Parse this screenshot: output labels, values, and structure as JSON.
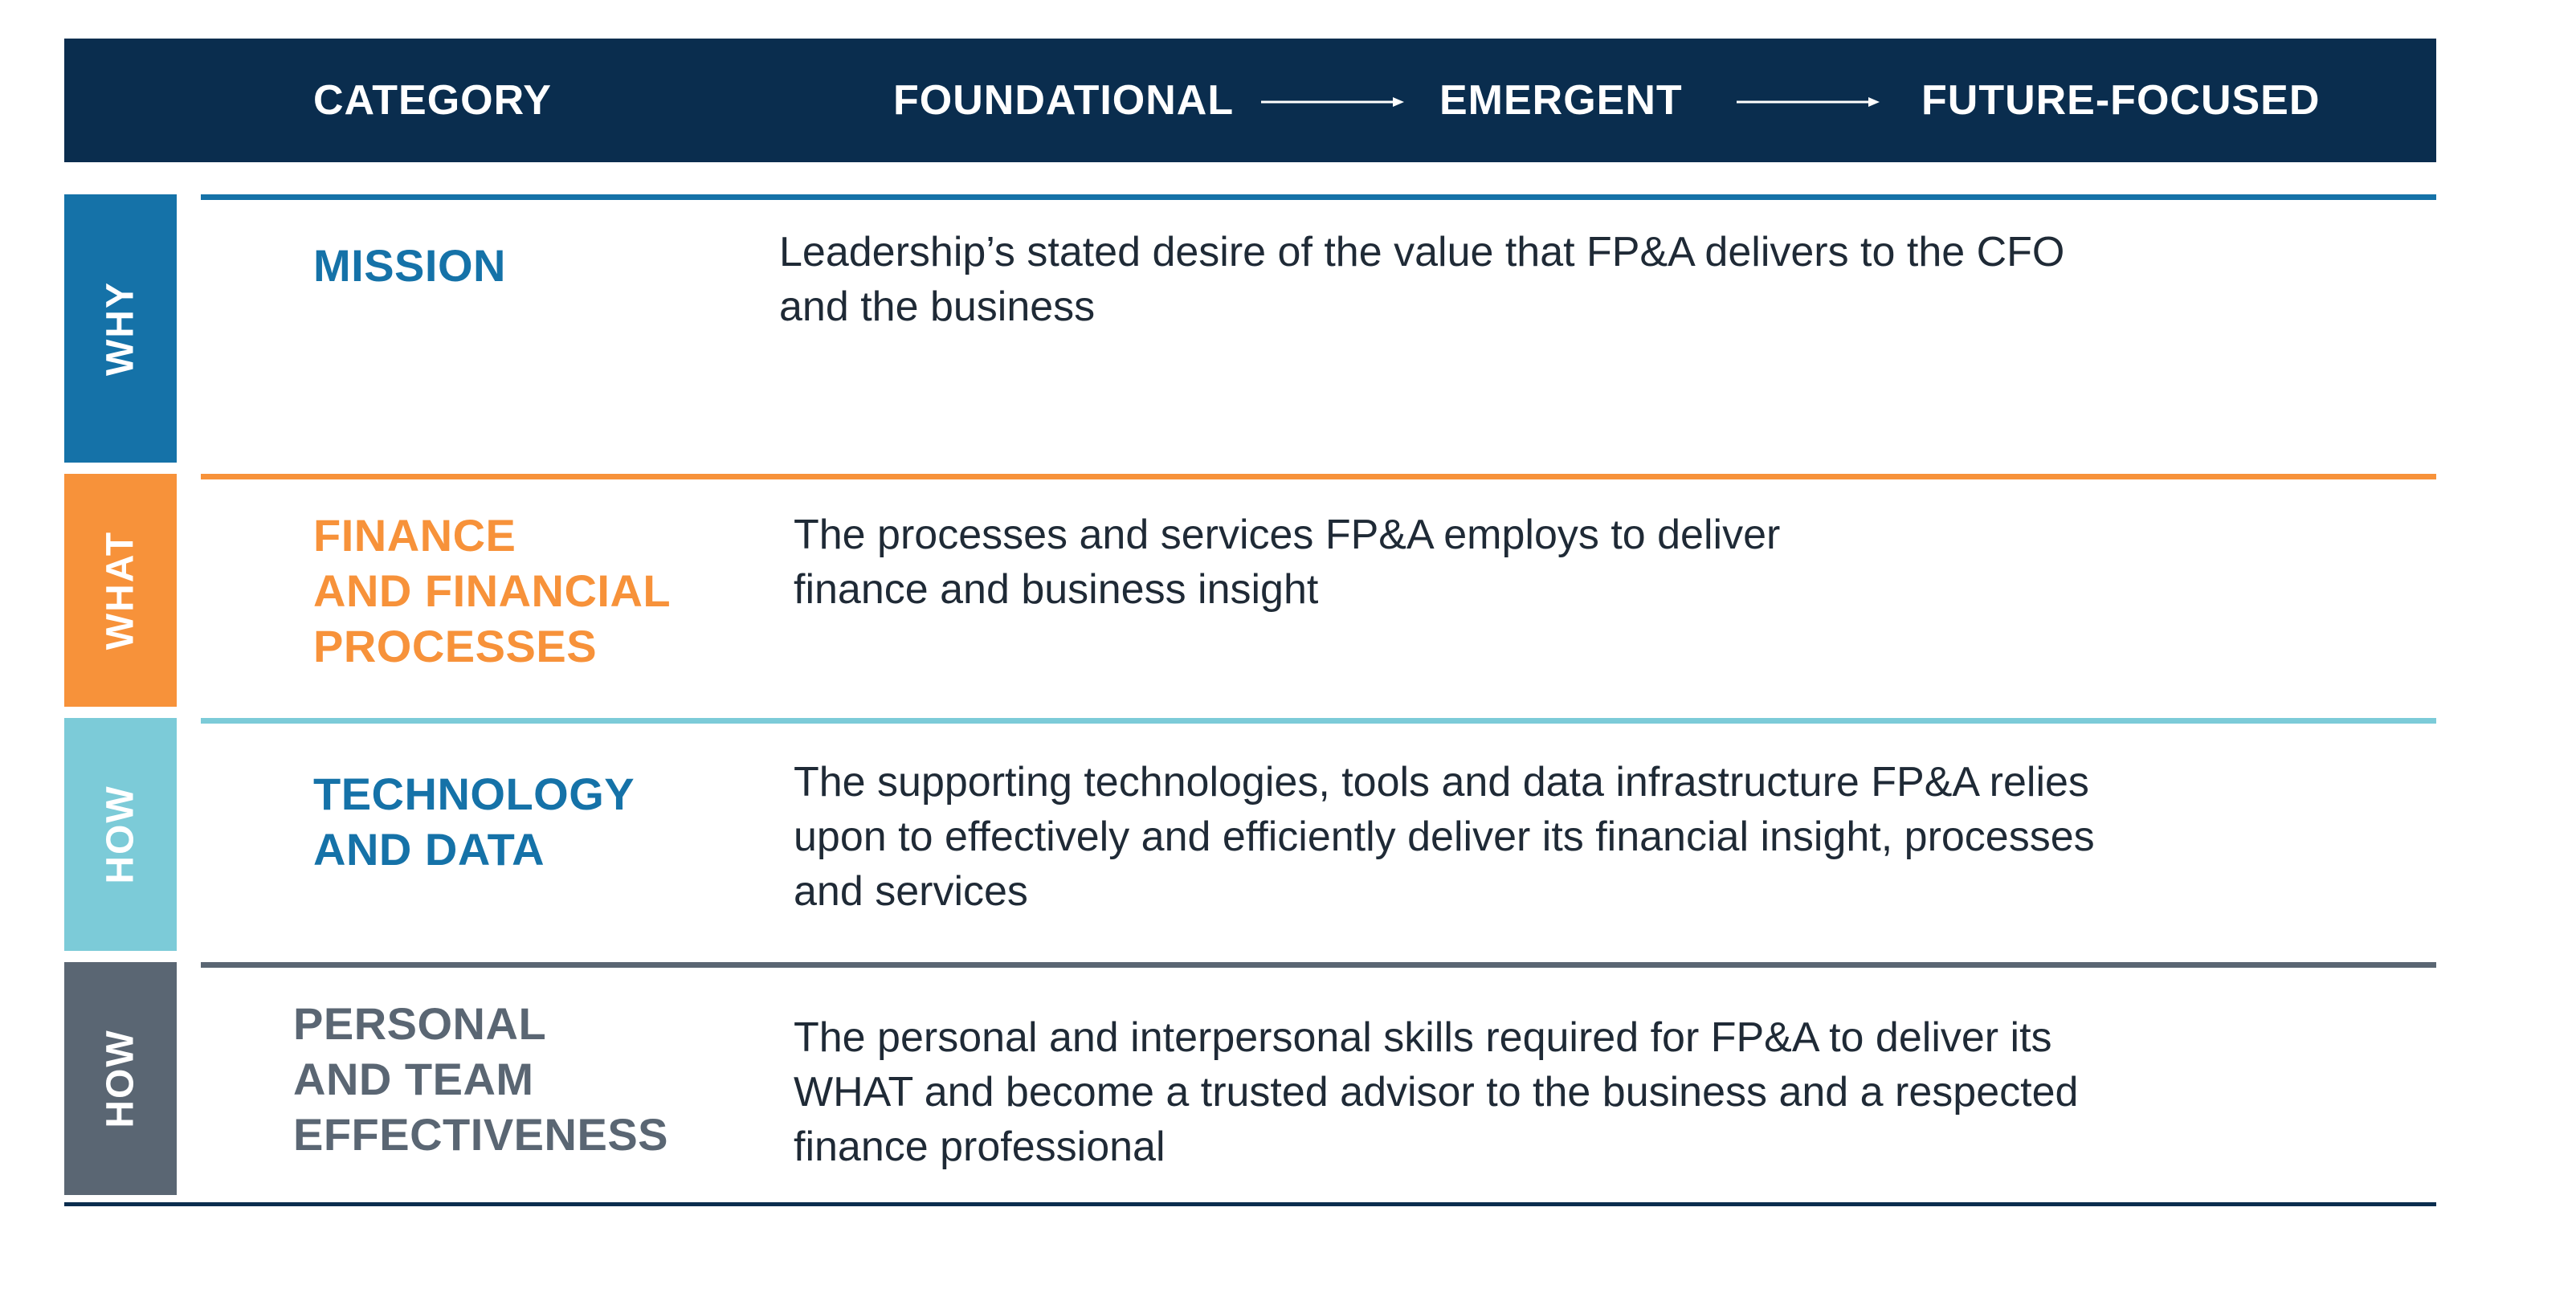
{
  "header": {
    "category": "CATEGORY",
    "foundational": "FOUNDATIONAL",
    "emergent": "EMERGENT",
    "future_focused": "FUTURE-FOCUSED"
  },
  "rows": [
    {
      "side_label": "WHY",
      "category": "MISSION",
      "description": "Leadership’s stated desire of the value that FP&A delivers to the CFO\nand the business",
      "color": "#1572a8"
    },
    {
      "side_label": "WHAT",
      "category": "FINANCE\nAND FINANCIAL\nPROCESSES",
      "description": "The processes and services FP&A employs to deliver\nfinance and business insight",
      "color": "#f7923a"
    },
    {
      "side_label": "HOW",
      "category": "TECHNOLOGY\nAND DATA",
      "description": "The supporting technologies, tools and data infrastructure FP&A relies\nupon to effectively and efficiently deliver its financial insight, processes\nand services",
      "color": "#7ccbd8",
      "category_color": "#1572a8"
    },
    {
      "side_label": "HOW",
      "category": "PERSONAL\nAND TEAM\nEFFECTIVENESS",
      "description": "The personal and interpersonal skills required for FP&A to deliver its\nWHAT and become a trusted advisor to the business and a respected\nfinance professional",
      "color": "#5a6673"
    }
  ],
  "colors": {
    "header_bg": "#0a2d4e",
    "header_text": "#ffffff",
    "description_text": "#1f2a36"
  }
}
